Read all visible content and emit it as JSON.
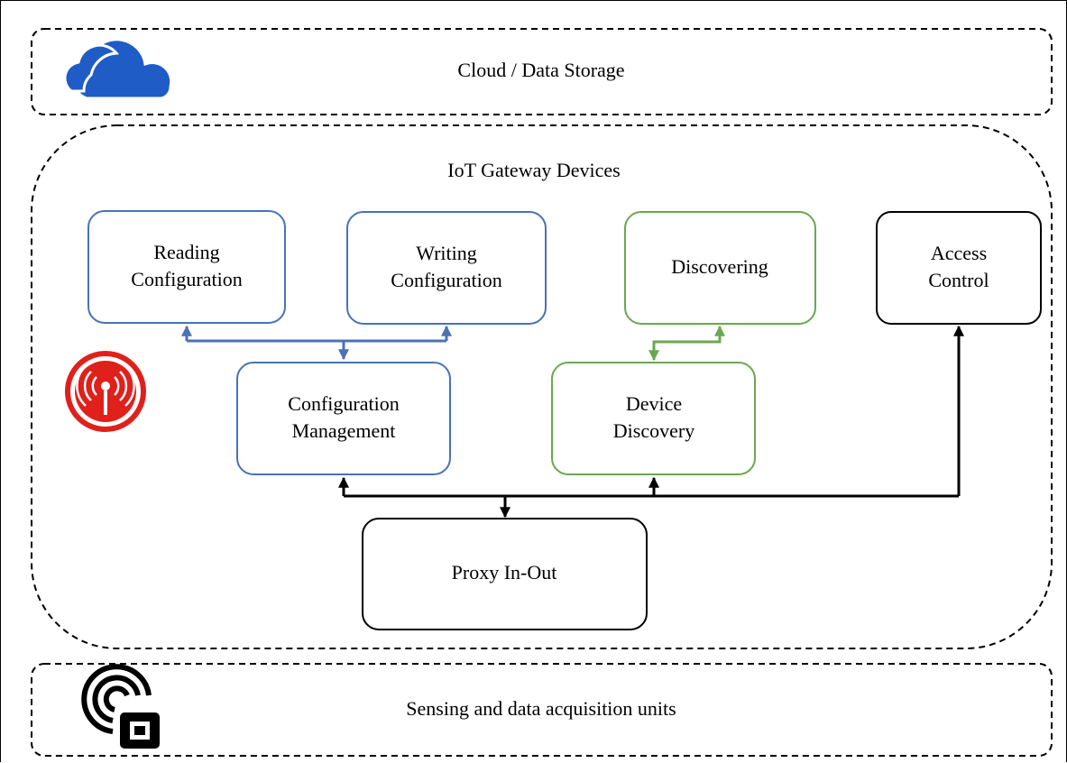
{
  "layers": {
    "cloud": {
      "label": "Cloud / Data Storage"
    },
    "gateway": {
      "label": "IoT Gateway Devices"
    },
    "sensing": {
      "label": "Sensing and data acquisition units"
    }
  },
  "boxes": {
    "reading": {
      "lines": [
        "Reading",
        "Configuration"
      ]
    },
    "writing": {
      "lines": [
        "Writing",
        "Configuration"
      ]
    },
    "discovering": {
      "lines": [
        "Discovering"
      ]
    },
    "access": {
      "lines": [
        "Access",
        "Control"
      ]
    },
    "config_mgmt": {
      "lines": [
        "Configuration",
        "Management"
      ]
    },
    "device_disc": {
      "lines": [
        "Device",
        "Discovery"
      ]
    },
    "proxy": {
      "lines": [
        "Proxy In-Out"
      ]
    }
  },
  "colors": {
    "config_blue": "#4a72b4",
    "discovery_green": "#6aa84f",
    "neutral": "#000000",
    "cloud_icon": "#1f5cc6",
    "gateway_icon": "#e0201b",
    "sensor_icon": "#000000"
  },
  "icons": {
    "cloud": "cloud-icon",
    "gateway": "wireless-tower-icon",
    "sensor": "rfid-sensor-icon"
  }
}
